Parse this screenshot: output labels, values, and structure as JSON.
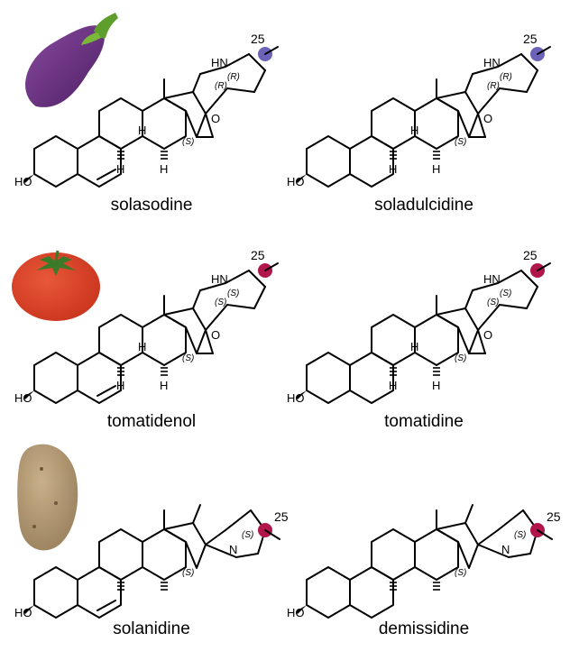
{
  "compounds": [
    {
      "name": "solasodine",
      "type": "spiro",
      "double_bond": true,
      "stereo_a": "(R)",
      "stereo_b": "(R)",
      "stereo_c": "(S)",
      "c25": "25",
      "marker_color": "#6a63b8",
      "source": "eggplant-icon"
    },
    {
      "name": "soladulcidine",
      "type": "spiro",
      "double_bond": false,
      "stereo_a": "(R)",
      "stereo_b": "(R)",
      "stereo_c": "(S)",
      "c25": "25",
      "marker_color": "#6a63b8"
    },
    {
      "name": "tomatidenol",
      "type": "spiro",
      "double_bond": true,
      "stereo_a": "(S)",
      "stereo_b": "(S)",
      "stereo_c": "(S)",
      "c25": "25",
      "marker_color": "#b0164b",
      "source": "tomato-icon"
    },
    {
      "name": "tomatidine",
      "type": "spiro",
      "double_bond": false,
      "stereo_a": "(S)",
      "stereo_b": "(S)",
      "stereo_c": "(S)",
      "c25": "25",
      "marker_color": "#b0164b"
    },
    {
      "name": "solanidine",
      "type": "indolizidine",
      "double_bond": true,
      "stereo_a": "(S)",
      "stereo_c": "(S)",
      "c25": "25",
      "marker_color": "#b0164b",
      "source": "potato-icon"
    },
    {
      "name": "demissidine",
      "type": "indolizidine",
      "double_bond": false,
      "stereo_a": "(S)",
      "stereo_c": "(S)",
      "c25": "25",
      "marker_color": "#b0164b"
    }
  ],
  "atoms": {
    "ho": "HO",
    "h": "H",
    "o": "O",
    "n": "N",
    "hn": "HN"
  }
}
